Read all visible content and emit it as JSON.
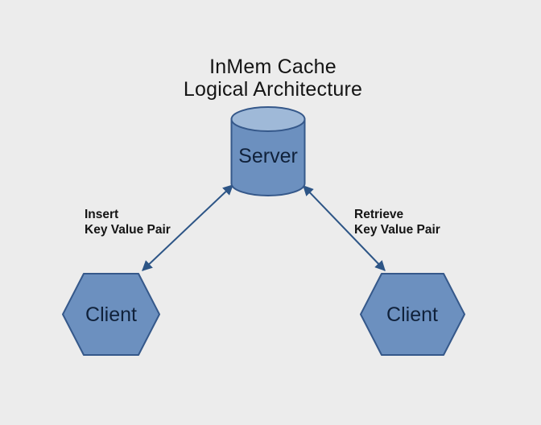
{
  "title": {
    "line1": "InMem Cache",
    "line2": "Logical Architecture"
  },
  "nodes": {
    "server": {
      "label": "Server",
      "shape": "cylinder"
    },
    "client_left": {
      "label": "Client",
      "shape": "hexagon"
    },
    "client_right": {
      "label": "Client",
      "shape": "hexagon"
    }
  },
  "edges": {
    "insert": {
      "line1": "Insert",
      "line2": "Key Value Pair",
      "from": "client_left",
      "to": "server",
      "direction": "bidirectional"
    },
    "retrieve": {
      "line1": "Retrieve",
      "line2": "Key Value Pair",
      "from": "server",
      "to": "client_right",
      "direction": "bidirectional"
    }
  },
  "colors": {
    "background": "#ececec",
    "node_fill": "#6c90bf",
    "cylinder_top_fill": "#9fb9d8",
    "node_outline": "#35588a",
    "arrow": "#2d5586",
    "title_text": "#141414",
    "label_text": "#141414",
    "node_text": "#10213a"
  }
}
